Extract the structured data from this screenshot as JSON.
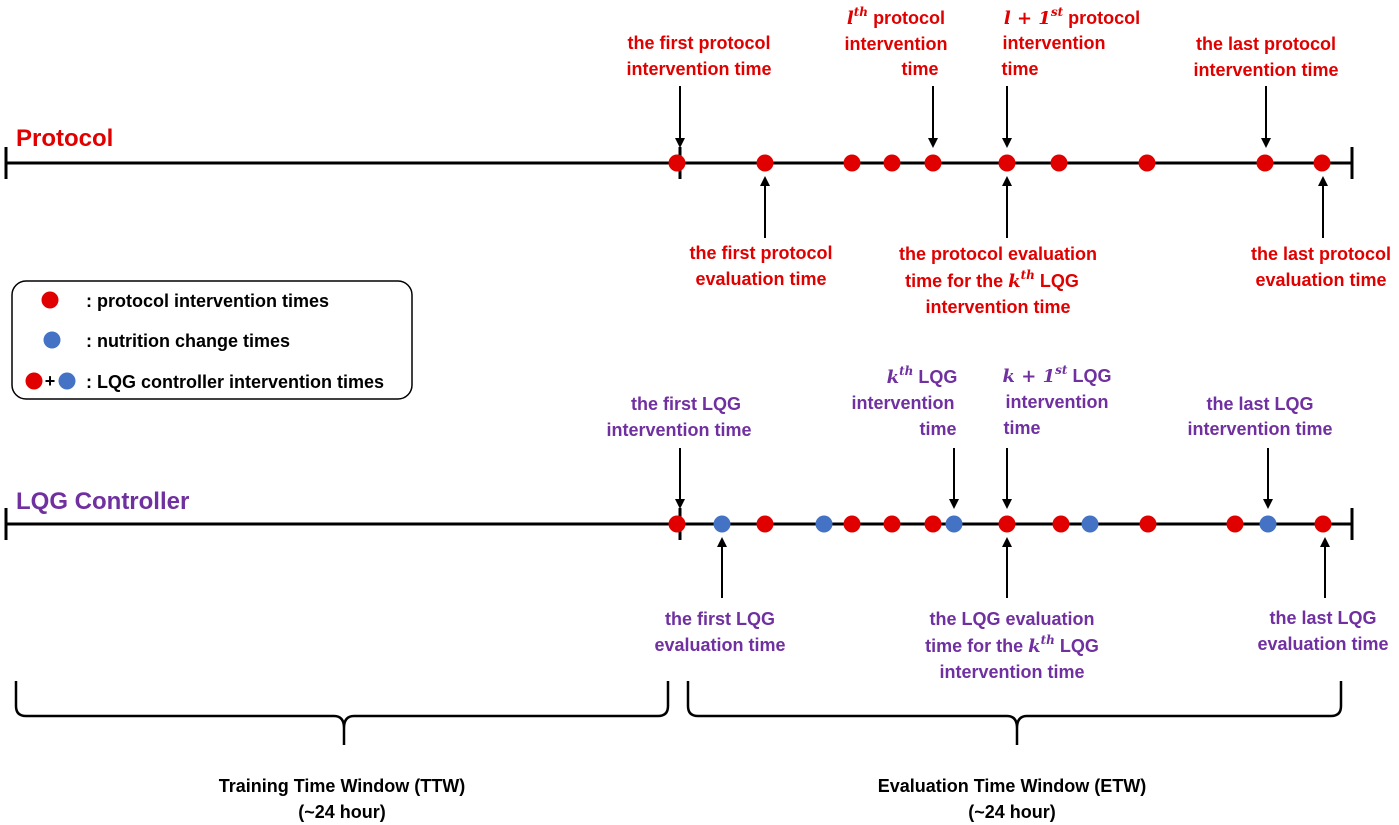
{
  "colors": {
    "protocol_red": "#e00000",
    "lqg_purple": "#7030a0",
    "dot_red": "#e00000",
    "dot_blue": "#4472c4",
    "line": "#000000"
  },
  "protocol": {
    "title": "Protocol",
    "labels": {
      "first_intervention": [
        "the first protocol",
        "intervention time"
      ],
      "lth": {
        "math": "l",
        "sup": "th",
        "rest": "protocol",
        "line2": "intervention",
        "line3": "time"
      },
      "l1st": {
        "math": "l + 1",
        "sup": "st",
        "rest": "protocol",
        "line2": "intervention",
        "line3": "time"
      },
      "last_intervention": [
        "the last protocol",
        "intervention time"
      ],
      "first_evaluation": [
        "the first protocol",
        "evaluation time"
      ],
      "kth_evaluation": {
        "line1": "the protocol evaluation",
        "line2_pre": "time for the",
        "math": "k",
        "sup": "th",
        "line2_post": "LQG",
        "line3": "intervention time"
      },
      "last_evaluation": [
        "the last protocol",
        "evaluation time"
      ]
    }
  },
  "legend": {
    "items": [
      {
        "icon": "red-dot",
        "text": ": protocol intervention times"
      },
      {
        "icon": "blue-dot",
        "text": ": nutrition change times"
      },
      {
        "icon": "red-plus-blue-dots",
        "plus": "+",
        "text": ": LQG controller intervention times"
      }
    ]
  },
  "lqg": {
    "title": "LQG Controller",
    "labels": {
      "first_intervention": [
        "the first LQG",
        "intervention time"
      ],
      "kth": {
        "math": "k",
        "sup": "th",
        "rest": "LQG",
        "line2": "intervention",
        "line3": "time"
      },
      "k1st": {
        "math": "k + 1",
        "sup": "st",
        "rest": "LQG",
        "line2": "intervention",
        "line3": "time"
      },
      "last_intervention": [
        "the last LQG",
        "intervention time"
      ],
      "first_evaluation": [
        "the first LQG",
        "evaluation time"
      ],
      "kth_evaluation": {
        "line1": "the LQG evaluation",
        "line2_pre": "time for the",
        "math": "k",
        "sup": "th",
        "line2_post": "LQG",
        "line3": "intervention time"
      },
      "last_evaluation": [
        "the last LQG",
        "evaluation time"
      ]
    }
  },
  "windows": {
    "training": [
      "Training Time Window (TTW)",
      "(~24 hour)"
    ],
    "evaluation": [
      "Evaluation Time Window (ETW)",
      "(~24 hour)"
    ]
  }
}
